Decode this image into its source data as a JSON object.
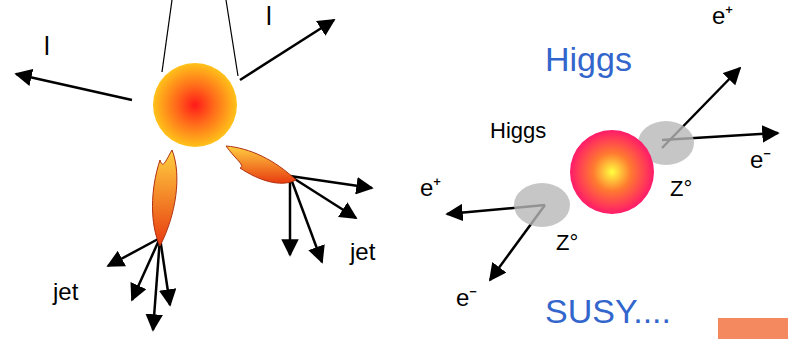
{
  "diagram": {
    "labels": [
      "l",
      "l",
      "jet",
      "jet",
      "Higgs",
      "e⁺",
      "Higgs",
      "e⁻",
      "e⁺",
      "Z°",
      "Z°",
      "e⁻",
      "SUSY...."
    ]
  }
}
